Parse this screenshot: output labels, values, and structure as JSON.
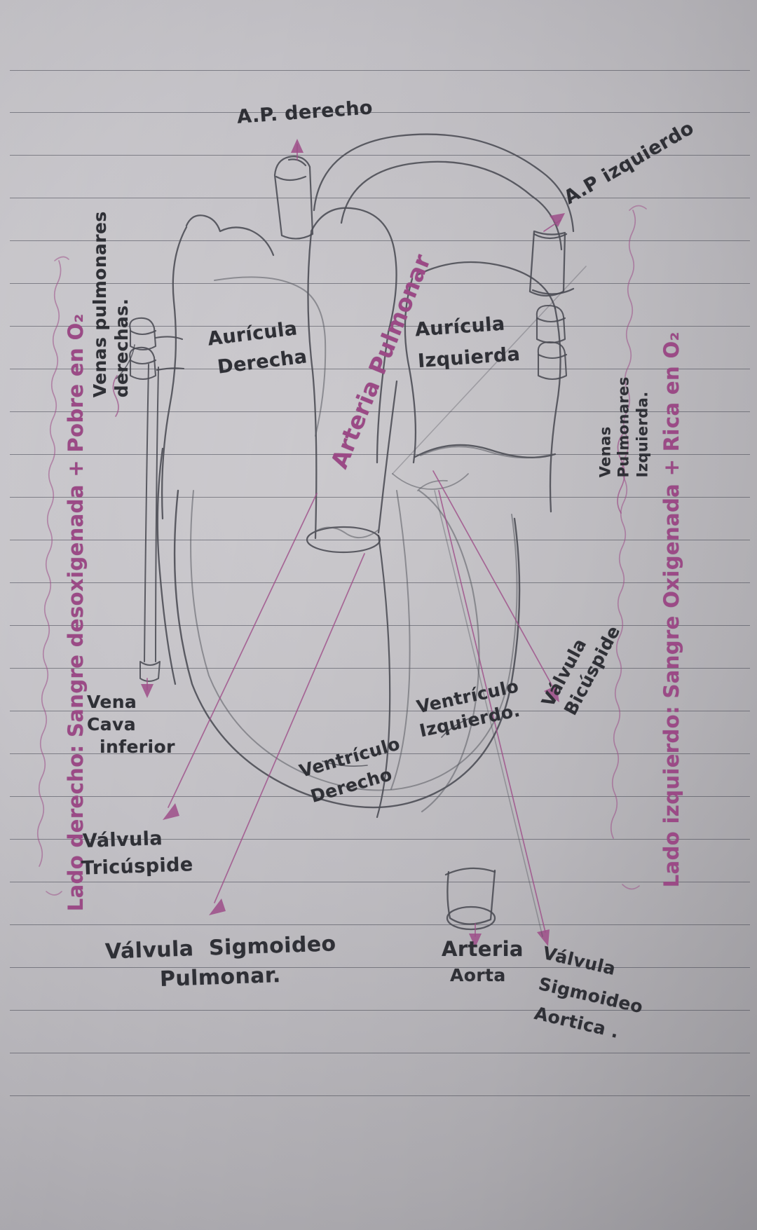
{
  "document": {
    "type": "handwritten-notebook-page",
    "subject": "Corazón — anatomía",
    "language": "es",
    "ink_pencil_color": "#46474f",
    "ink_accent_color": "#9d4e88",
    "paper_color": "#c3c1c6",
    "rule_color": "#3c3e48"
  },
  "margin_notes": {
    "left": "Lado derecho: Sangre desoxigenada + Pobre en O₂",
    "right": "Lado izquierdo: Sangre Oxigenada + Rica en O₂"
  },
  "labels": {
    "ap_derecho": "A.P. derecho",
    "ap_izquierdo": "A.P izquierdo",
    "venas_pulmonares_derechas": "Venas pulmonares\nderechas.",
    "venas_pulmonares_izquierda": "Venas\nPulmonares\nIzquierda.",
    "auricula_derecha_l1": "Aurícula",
    "auricula_derecha_l2": "Derecha",
    "auricula_izquierda_l1": "Aurícula",
    "auricula_izquierda_l2": "Izquierda",
    "arteria_pulmonar": "Arteria Pulmonar",
    "vena_cava_inferior_l1": "Vena",
    "vena_cava_inferior_l2": "Cava",
    "vena_cava_inferior_l3": "inferior",
    "valvula_tricuspide_l1": "Válvula",
    "valvula_tricuspide_l2": "Tricúspide",
    "ventriculo_derecho_l1": "Ventrículo",
    "ventriculo_derecho_l2": "Derecho",
    "ventriculo_izquierdo_l1": "Ventrículo",
    "ventriculo_izquierdo_l2": "Izquierdo.",
    "valvula_bicuspide_l1": "Válvula",
    "valvula_bicuspide_l2": "Bicúspide",
    "valvula_sigmoidea_pulmonar_l1": "Válvula  Sigmoideo",
    "valvula_sigmoidea_pulmonar_l2": "Pulmonar.",
    "arteria_aorta_l1": "Arteria",
    "arteria_aorta_l2": "Aorta",
    "valvula_sigmoidea_aortica_l1": "Válvula",
    "valvula_sigmoidea_aortica_l2": "Sigmoideo",
    "valvula_sigmoidea_aortica_l3": "Aortica ."
  }
}
